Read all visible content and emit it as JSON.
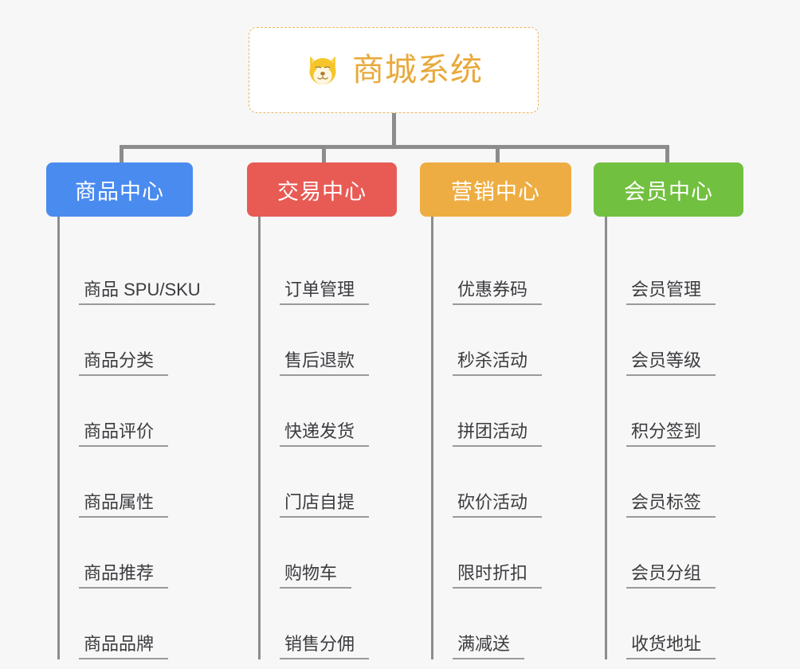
{
  "diagram": {
    "background_color": "#f7f7f7",
    "connector_color": "#8c8c8c",
    "root": {
      "title": "商城系统",
      "icon": "shiba-dog-face-icon",
      "text_color": "#e8a93a",
      "border_color": "#eab662",
      "background_color": "#ffffff"
    },
    "categories": [
      {
        "label": "商品中心",
        "color": "#4a8bf0",
        "width": 184,
        "items": [
          "商品 SPU/SKU",
          "商品分类",
          "商品评价",
          "商品属性",
          "商品推荐",
          "商品品牌"
        ]
      },
      {
        "label": "交易中心",
        "color": "#e85b55",
        "width": 188,
        "items": [
          "订单管理",
          "售后退款",
          "快递发货",
          "门店自提",
          "购物车",
          "销售分佣"
        ]
      },
      {
        "label": "营销中心",
        "color": "#eead42",
        "width": 190,
        "items": [
          "优惠券码",
          "秒杀活动",
          "拼团活动",
          "砍价活动",
          "限时折扣",
          "满减送"
        ]
      },
      {
        "label": "会员中心",
        "color": "#72c040",
        "width": 188,
        "items": [
          "会员管理",
          "会员等级",
          "积分签到",
          "会员标签",
          "会员分组",
          "收货地址"
        ]
      }
    ]
  }
}
